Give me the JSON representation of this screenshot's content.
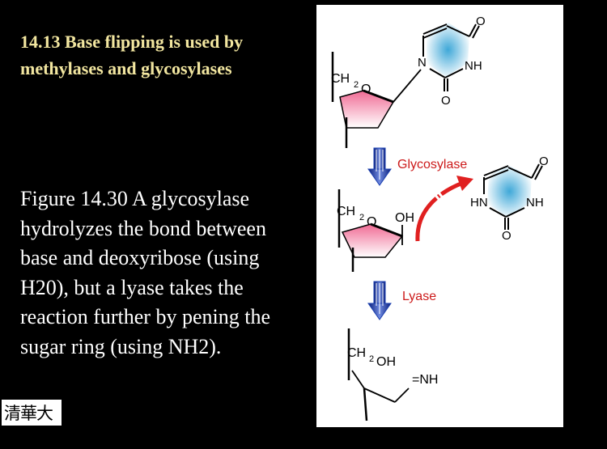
{
  "slide": {
    "title": "14.13 Base flipping is used by methylases and glycosylases",
    "caption": "Figure 14.30 A glycosylase hydrolyzes the bond between base and deoxyribose (using H20), but a lyase takes the reaction further by pening the sugar ring (using NH2).",
    "logo_text": "清華大學"
  },
  "diagram": {
    "step1": {
      "ch2": "CH",
      "sub2": "2",
      "o": "O",
      "n": "N",
      "nh": "NH",
      "o_top": "O",
      "o_bottom": "O"
    },
    "glycosylase_label": "Glycosylase",
    "step2": {
      "ch2": "CH",
      "sub2": "2",
      "o": "O",
      "oh": "OH",
      "hn": "HN",
      "nh": "NH",
      "o_top": "O",
      "o_bottom": "O"
    },
    "lyase_label": "Lyase",
    "step3": {
      "ch2": "CH",
      "sub2": "2",
      "oh": "OH",
      "nh": "=NH"
    }
  },
  "colors": {
    "title": "#f2e6a0",
    "enzyme_label": "#cc1a1a",
    "arrow_red": "#e02020",
    "arrow_blue": "#1a3fb0",
    "sugar": "#f07aa0",
    "base": "#59b6dd"
  }
}
